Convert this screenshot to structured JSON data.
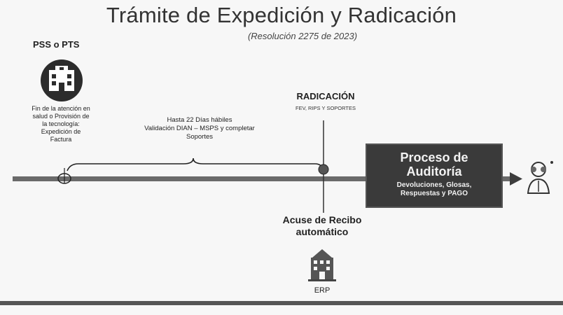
{
  "header": {
    "title": "Trámite de Expedición y Radicación",
    "subtitle": "(Resolución 2275 de 2023)"
  },
  "pss": {
    "label": "PSS o PTS",
    "icon": "hospital-building-icon",
    "desc_lines": [
      "Fin de la atención en",
      "salud o Provisión de",
      "la tecnología:",
      "Expedición de",
      "Factura"
    ]
  },
  "brace": {
    "lines": [
      "Hasta 22 Días hábiles",
      "Validación DIAN – MSPS y completar",
      "Soportes"
    ]
  },
  "radicacion": {
    "title": "RADICACIÓN",
    "sub": "FEV, RIPS Y SOPORTES"
  },
  "acuse": {
    "lines": [
      "Acuse de Recibo",
      "automático"
    ]
  },
  "erp": {
    "label": "ERP",
    "icon": "erp-building-icon"
  },
  "process": {
    "title_lines": [
      "Proceso de",
      "Auditoría"
    ],
    "desc_lines": [
      "Devoluciones, Glosas,",
      "Respuestas y PAGO"
    ]
  },
  "auditor": {
    "icon": "auditor-person-icon"
  },
  "colors": {
    "line": "#6a6a6a",
    "box": "#3a3a3a",
    "background": "#f7f7f7"
  }
}
